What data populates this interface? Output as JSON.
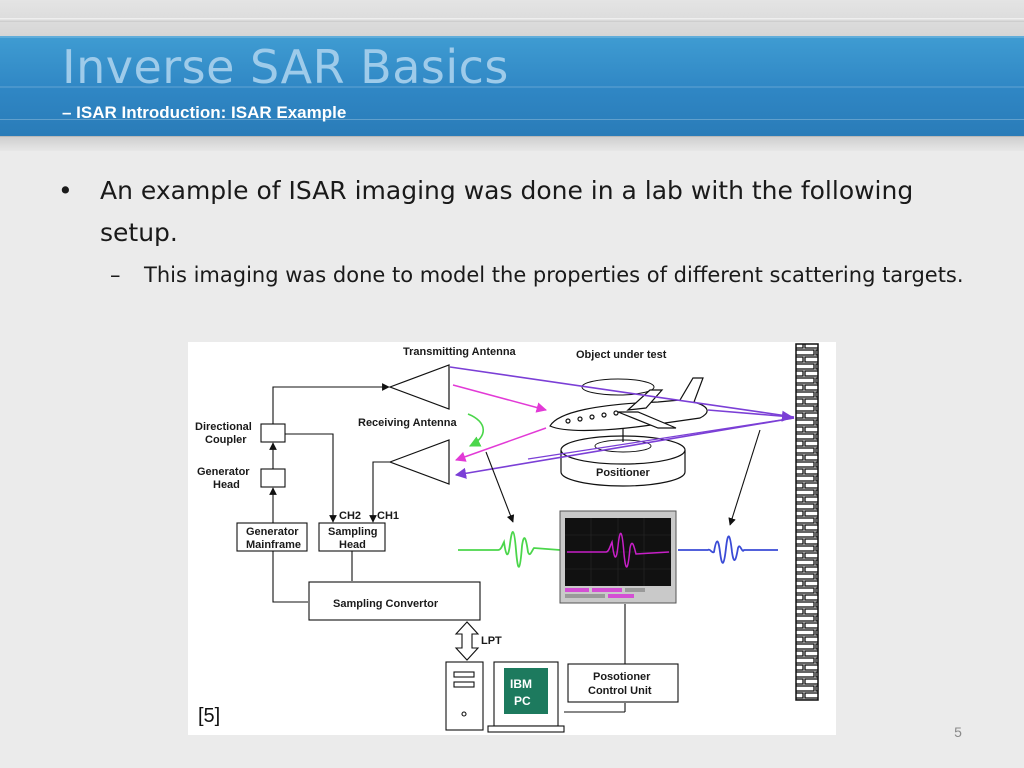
{
  "slide": {
    "title": "Inverse SAR Basics",
    "subtitle": "– ISAR Introduction: ISAR Example",
    "number": "5"
  },
  "bullets": {
    "level1_symbol": "•",
    "level1_text": "An example of ISAR imaging was done in a lab with the following setup.",
    "level2_symbol": "–",
    "level2_text": "This imaging was done to model the properties of different scattering targets."
  },
  "diagram": {
    "transmitting_antenna": "Transmitting Antenna",
    "object_under_test": "Object  under test",
    "receiving_antenna": "Receiving Antenna",
    "directional_coupler_1": "Directional",
    "directional_coupler_2": "Coupler",
    "generator_head_1": "Generator",
    "generator_head_2": "Head",
    "generator_mainframe_1": "Generator",
    "generator_mainframe_2": "Mainframe",
    "sampling_head_1": "Sampling",
    "sampling_head_2": "Head",
    "ch2": "CH2",
    "ch1": "CH1",
    "positioner": "Positioner",
    "sampling_convertor": "Sampling Convertor",
    "lpt": "LPT",
    "ibm_pc_1": "IBM",
    "ibm_pc_2": "PC",
    "positioner_control_1": "Posotioner",
    "positioner_control_2": "Control Unit",
    "citation": "[5]"
  },
  "colors": {
    "title_bar": "#2f86c4",
    "title_text": "#9ecbea",
    "transmit_ray": "#7b3fd6",
    "receive_ray": "#e23ad6",
    "incident_wave": "#4bd64b",
    "scattered_wave": "#3a4bd6",
    "scope_trace": "#c81fc8",
    "pc_screen": "#1d7a5e"
  }
}
